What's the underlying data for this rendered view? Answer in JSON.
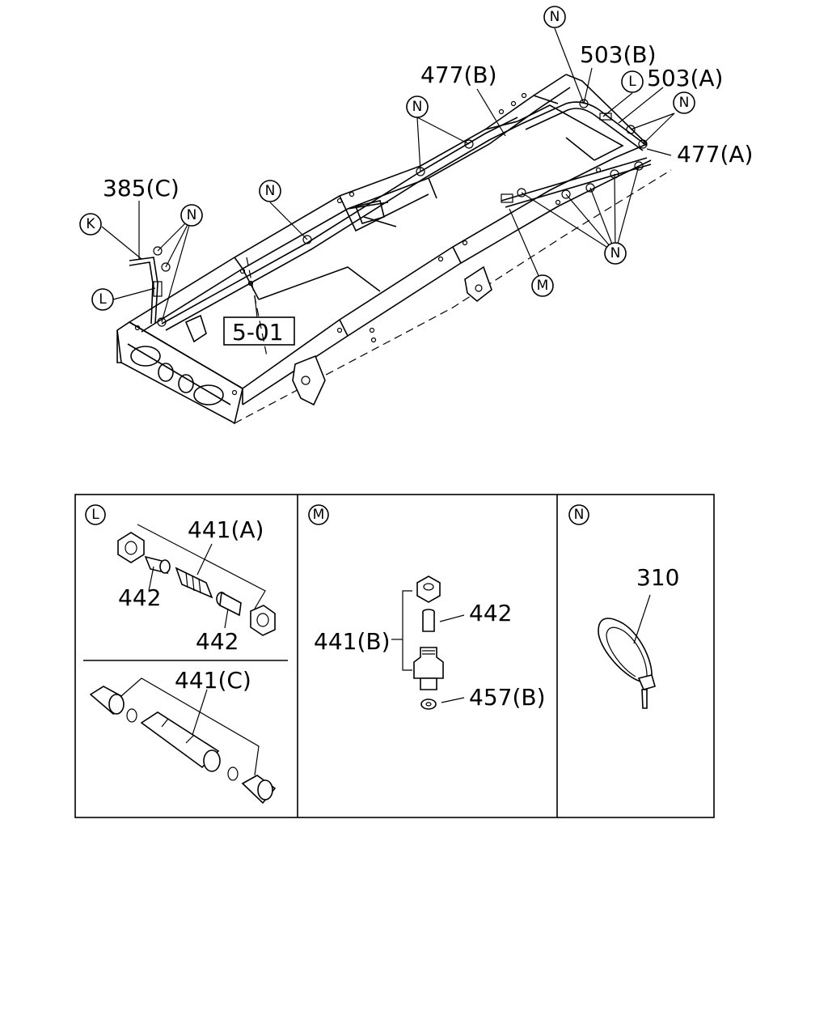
{
  "labels": {
    "p503b": "503(B)",
    "p503a": "503(A)",
    "p477b": "477(B)",
    "p477a": "477(A)",
    "p385c": "385(C)",
    "ref501": "5-01",
    "p441a": "441(A)",
    "p442_l1": "442",
    "p442_l2": "442",
    "p441c": "441(C)",
    "p441b": "441(B)",
    "p442_m": "442",
    "p457b": "457(B)",
    "p310": "310"
  },
  "callouts": {
    "n": "N",
    "l": "L",
    "k": "K",
    "m": "M"
  },
  "panels": {
    "left_code": "L",
    "middle_code": "M",
    "right_code": "N"
  }
}
